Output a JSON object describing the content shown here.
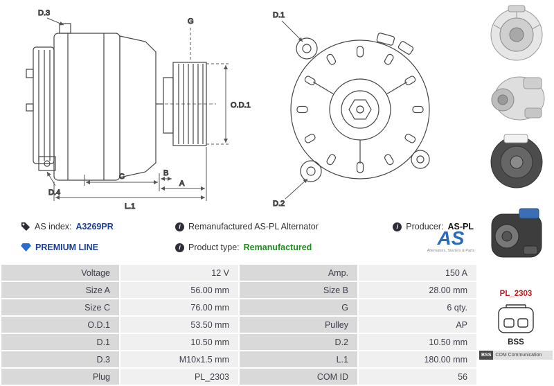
{
  "icons": {
    "info_glyph": "i"
  },
  "diagram": {
    "labels": {
      "d3": "D.3",
      "g": "G",
      "od1": "O.D.1",
      "d4": "D.4",
      "c": "C",
      "b": "B",
      "a": "A",
      "l1": "L.1",
      "d1": "D.1",
      "d2": "D.2"
    }
  },
  "info": {
    "as_index_label": "AS index:",
    "as_index_value": "A3269PR",
    "description": "Remanufactured AS-PL Alternator",
    "producer_label": "Producer:",
    "producer_value": "AS-PL",
    "premium_line_label": "PREMIUM LINE",
    "product_type_label": "Product type:",
    "product_type_value": "Remanufactured",
    "logo_text": "AS",
    "logo_subtext": "Alternators, Starters & Parts"
  },
  "table": {
    "rows": [
      {
        "l1": "Voltage",
        "v1": "12 V",
        "l2": "Amp.",
        "v2": "150 A"
      },
      {
        "l1": "Size A",
        "v1": "56.00 mm",
        "l2": "Size B",
        "v2": "28.00 mm"
      },
      {
        "l1": "Size C",
        "v1": "76.00 mm",
        "l2": "G",
        "v2": "6 qty."
      },
      {
        "l1": "O.D.1",
        "v1": "53.50 mm",
        "l2": "Pulley",
        "v2": "AP"
      },
      {
        "l1": "D.1",
        "v1": "10.50 mm",
        "l2": "D.2",
        "v2": "10.50 mm"
      },
      {
        "l1": "D.3",
        "v1": "M10x1.5 mm",
        "l2": "L.1",
        "v2": "180.00 mm"
      },
      {
        "l1": "Plug",
        "v1": "PL_2303",
        "l2": "COM ID",
        "v2": "56"
      }
    ]
  },
  "sidebar": {
    "plug_code": "PL_2303",
    "plug_name": "BSS",
    "badge_label": "BSS",
    "badge_text": "COM Communication"
  },
  "colors": {
    "accent_blue": "#1c3f94",
    "green": "#1f8c1f",
    "red": "#c21a1a",
    "table_label_bg": "#d9d9d9",
    "table_value_bg": "#f0f0f0"
  }
}
